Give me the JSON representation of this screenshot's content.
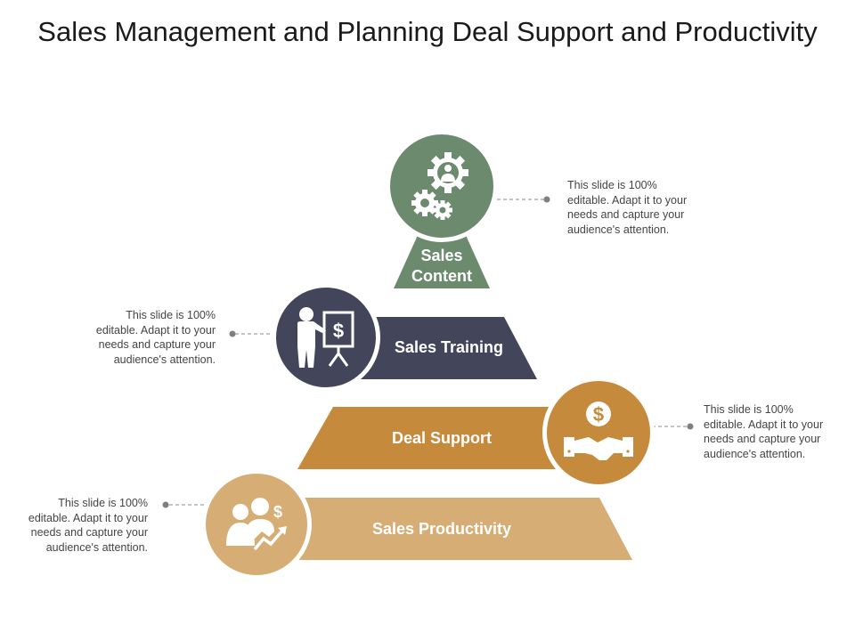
{
  "title": "Sales Management and Planning Deal Support and Productivity",
  "tiers": [
    {
      "label_line1": "Sales",
      "label_line2": "Content",
      "color": "#6b8a6e",
      "icon": "gears-person-icon"
    },
    {
      "label": "Sales Training",
      "color": "#43465a",
      "icon": "presenter-dollar-icon"
    },
    {
      "label": "Deal Support",
      "color": "#c68a3c",
      "icon": "handshake-dollar-icon"
    },
    {
      "label": "Sales Productivity",
      "color": "#d6ad74",
      "icon": "team-growth-icon"
    }
  ],
  "notes": [
    {
      "line1": "This slide is 100%",
      "line2": "editable. Adapt it to your",
      "line3": "needs and capture your",
      "line4": "audience's attention."
    },
    {
      "line1": "This slide is 100%",
      "line2": "editable. Adapt it to your",
      "line3": "needs and capture your",
      "line4": "audience's attention."
    },
    {
      "line1": "This slide is 100%",
      "line2": "editable. Adapt it to your",
      "line3": "needs and capture your",
      "line4": "audience's attention."
    },
    {
      "line1": "This slide is 100%",
      "line2": "editable. Adapt it to your",
      "line3": "needs and capture your",
      "line4": "audience's attention."
    }
  ]
}
